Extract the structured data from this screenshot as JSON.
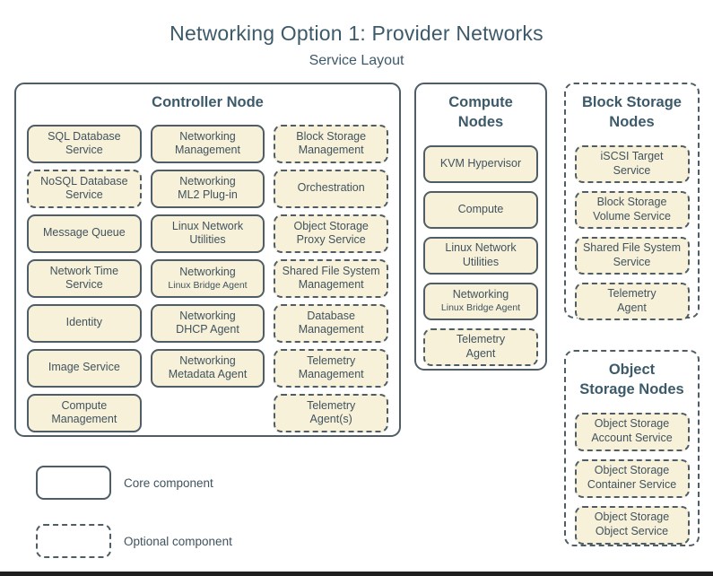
{
  "header": {
    "title": "Networking Option 1: Provider Networks",
    "subtitle": "Service Layout"
  },
  "colors": {
    "box_fill": "#f8f1da",
    "border": "#4e5d66",
    "text": "#40535d",
    "heading": "#3d5a6a",
    "background": "#ffffff"
  },
  "legend": {
    "core": "Core component",
    "optional": "Optional component"
  },
  "controller": {
    "title": "Controller Node",
    "col1": [
      {
        "label": "SQL Database\nService",
        "type": "core"
      },
      {
        "label": "NoSQL Database\nService",
        "type": "optional"
      },
      {
        "label": "Message Queue",
        "type": "core"
      },
      {
        "label": "Network Time\nService",
        "type": "core"
      },
      {
        "label": "Identity",
        "type": "core"
      },
      {
        "label": "Image Service",
        "type": "core"
      },
      {
        "label": "Compute\nManagement",
        "type": "core"
      }
    ],
    "col2": [
      {
        "label": "Networking\nManagement",
        "type": "core"
      },
      {
        "label": "Networking\nML2 Plug-in",
        "type": "core"
      },
      {
        "label": "Linux Network\nUtilities",
        "type": "core"
      },
      {
        "line1": "Networking",
        "line2": "Linux Bridge Agent",
        "type": "core"
      },
      {
        "label": "Networking\nDHCP Agent",
        "type": "core"
      },
      {
        "label": "Networking\nMetadata Agent",
        "type": "core"
      }
    ],
    "col3": [
      {
        "label": "Block Storage\nManagement",
        "type": "optional"
      },
      {
        "label": "Orchestration",
        "type": "optional"
      },
      {
        "label": "Object Storage\nProxy Service",
        "type": "optional"
      },
      {
        "label": "Shared File System\nManagement",
        "type": "optional"
      },
      {
        "label": "Database\nManagement",
        "type": "optional"
      },
      {
        "label": "Telemetry\nManagement",
        "type": "optional"
      },
      {
        "label": "Telemetry\nAgent(s)",
        "type": "optional"
      }
    ]
  },
  "compute": {
    "title": "Compute\nNodes",
    "items": [
      {
        "label": "KVM Hypervisor",
        "type": "core"
      },
      {
        "label": "Compute",
        "type": "core"
      },
      {
        "label": "Linux Network\nUtilities",
        "type": "core"
      },
      {
        "line1": "Networking",
        "line2": "Linux Bridge Agent",
        "type": "core"
      },
      {
        "label": "Telemetry\nAgent",
        "type": "optional"
      }
    ]
  },
  "block_storage": {
    "title": "Block Storage\nNodes",
    "items": [
      {
        "label": "iSCSI Target\nService",
        "type": "optional"
      },
      {
        "label": "Block Storage\nVolume Service",
        "type": "optional"
      },
      {
        "label": "Shared File System\nService",
        "type": "optional"
      },
      {
        "label": "Telemetry\nAgent",
        "type": "optional"
      }
    ]
  },
  "object_storage": {
    "title": "Object\nStorage Nodes",
    "items": [
      {
        "label": "Object Storage\nAccount Service",
        "type": "optional"
      },
      {
        "label": "Object Storage\nContainer Service",
        "type": "optional"
      },
      {
        "label": "Object Storage\nObject Service",
        "type": "optional"
      }
    ]
  }
}
